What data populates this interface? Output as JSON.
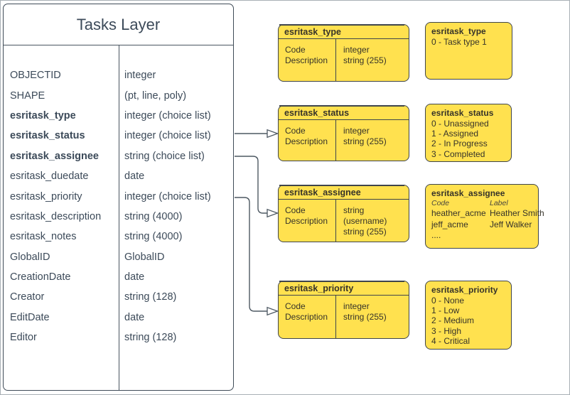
{
  "diagram": {
    "main_table": {
      "title": "Tasks Layer",
      "fields": [
        {
          "name": "OBJECTID",
          "type": "integer",
          "bold": false
        },
        {
          "name": "SHAPE",
          "type": "(pt, line, poly)",
          "bold": false
        },
        {
          "name": "esritask_type",
          "type": "integer (choice list)",
          "bold": true
        },
        {
          "name": "esritask_status",
          "type": "integer (choice list)",
          "bold": true
        },
        {
          "name": "esritask_assignee",
          "type": "string (choice list)",
          "bold": true
        },
        {
          "name": "esritask_duedate",
          "type": "date",
          "bold": false
        },
        {
          "name": "esritask_priority",
          "type": "integer (choice list)",
          "bold": false
        },
        {
          "name": "esritask_description",
          "type": "string (4000)",
          "bold": false
        },
        {
          "name": "esritask_notes",
          "type": "string (4000)",
          "bold": false
        },
        {
          "name": "GlobalID",
          "type": "GlobalID",
          "bold": false
        },
        {
          "name": "CreationDate",
          "type": "date",
          "bold": false
        },
        {
          "name": "Creator",
          "type": "string (128)",
          "bold": false
        },
        {
          "name": "EditDate",
          "type": "date",
          "bold": false
        },
        {
          "name": "Editor",
          "type": "string (128)",
          "bold": false
        }
      ]
    },
    "domain_tables": [
      {
        "title": "esritask_type",
        "rows": [
          {
            "field": "Code",
            "type": "integer"
          },
          {
            "field": "Description",
            "type": "string (255)"
          }
        ]
      },
      {
        "title": "esritask_status",
        "rows": [
          {
            "field": "Code",
            "type": "integer"
          },
          {
            "field": "Description",
            "type": "string (255)"
          }
        ]
      },
      {
        "title": "esritask_assignee",
        "rows": [
          {
            "field": "Code",
            "type": "string (username)"
          },
          {
            "field": "Description",
            "type": "string (255)"
          }
        ]
      },
      {
        "title": "esritask_priority",
        "rows": [
          {
            "field": "Code",
            "type": "integer"
          },
          {
            "field": "Description",
            "type": "string (255)"
          }
        ]
      }
    ],
    "value_lists": [
      {
        "title": "esritask_type",
        "values": [
          "0 - Task type 1"
        ]
      },
      {
        "title": "esritask_status",
        "values": [
          "0 - Unassigned",
          "1 - Assigned",
          "2 - In Progress",
          "3 - Completed"
        ]
      },
      {
        "title": "esritask_assignee",
        "columns": [
          "Code",
          "Label"
        ],
        "entries": [
          {
            "code": "heather_acme",
            "label": "Heather Smith"
          },
          {
            "code": "jeff_acme",
            "label": "Jeff Walker"
          }
        ],
        "more": "...."
      },
      {
        "title": "esritask_priority",
        "values": [
          "0 - None",
          "1 - Low",
          "2 - Medium",
          "3 - High",
          "4 - Critical"
        ]
      }
    ],
    "colors": {
      "yellow_fill": "#FFE14F",
      "box_stroke": "#3F454B",
      "table_stroke": "#3F4B57",
      "table_text": "#3C4A59",
      "connector": "#4D5862",
      "canvas_border": "#A9AFB5"
    }
  }
}
